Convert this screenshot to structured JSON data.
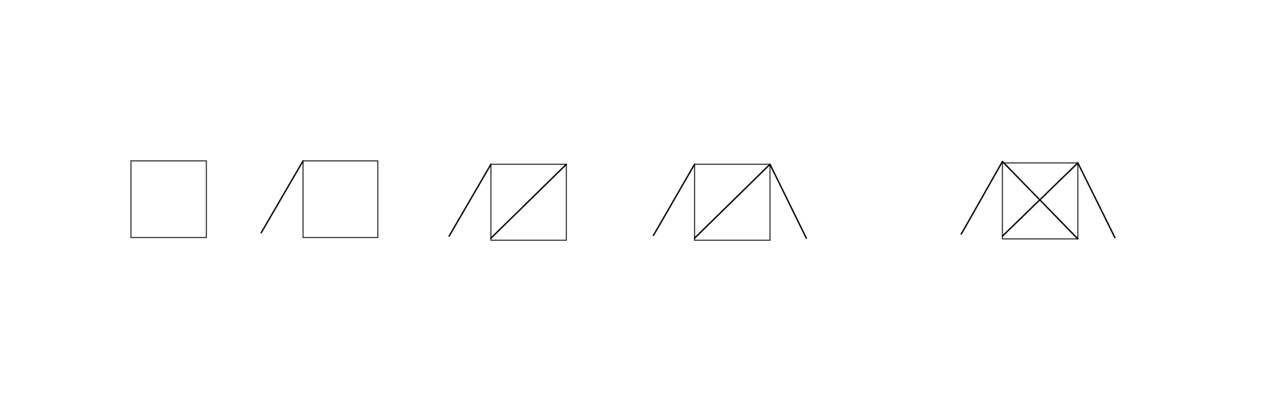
{
  "diagram": {
    "description_free": true,
    "stroke_color": "#000000",
    "background_color": "#ffffff",
    "figures": [
      {
        "id": "fig-1",
        "parts": [
          "square"
        ]
      },
      {
        "id": "fig-2",
        "parts": [
          "square",
          "left-leg"
        ]
      },
      {
        "id": "fig-3",
        "parts": [
          "square",
          "left-leg",
          "diagonal"
        ]
      },
      {
        "id": "fig-4",
        "parts": [
          "square",
          "left-leg",
          "right-leg",
          "diagonal"
        ]
      },
      {
        "id": "fig-5",
        "parts": [
          "square",
          "left-leg",
          "right-leg",
          "diagonal",
          "anti-diagonal"
        ]
      }
    ]
  }
}
